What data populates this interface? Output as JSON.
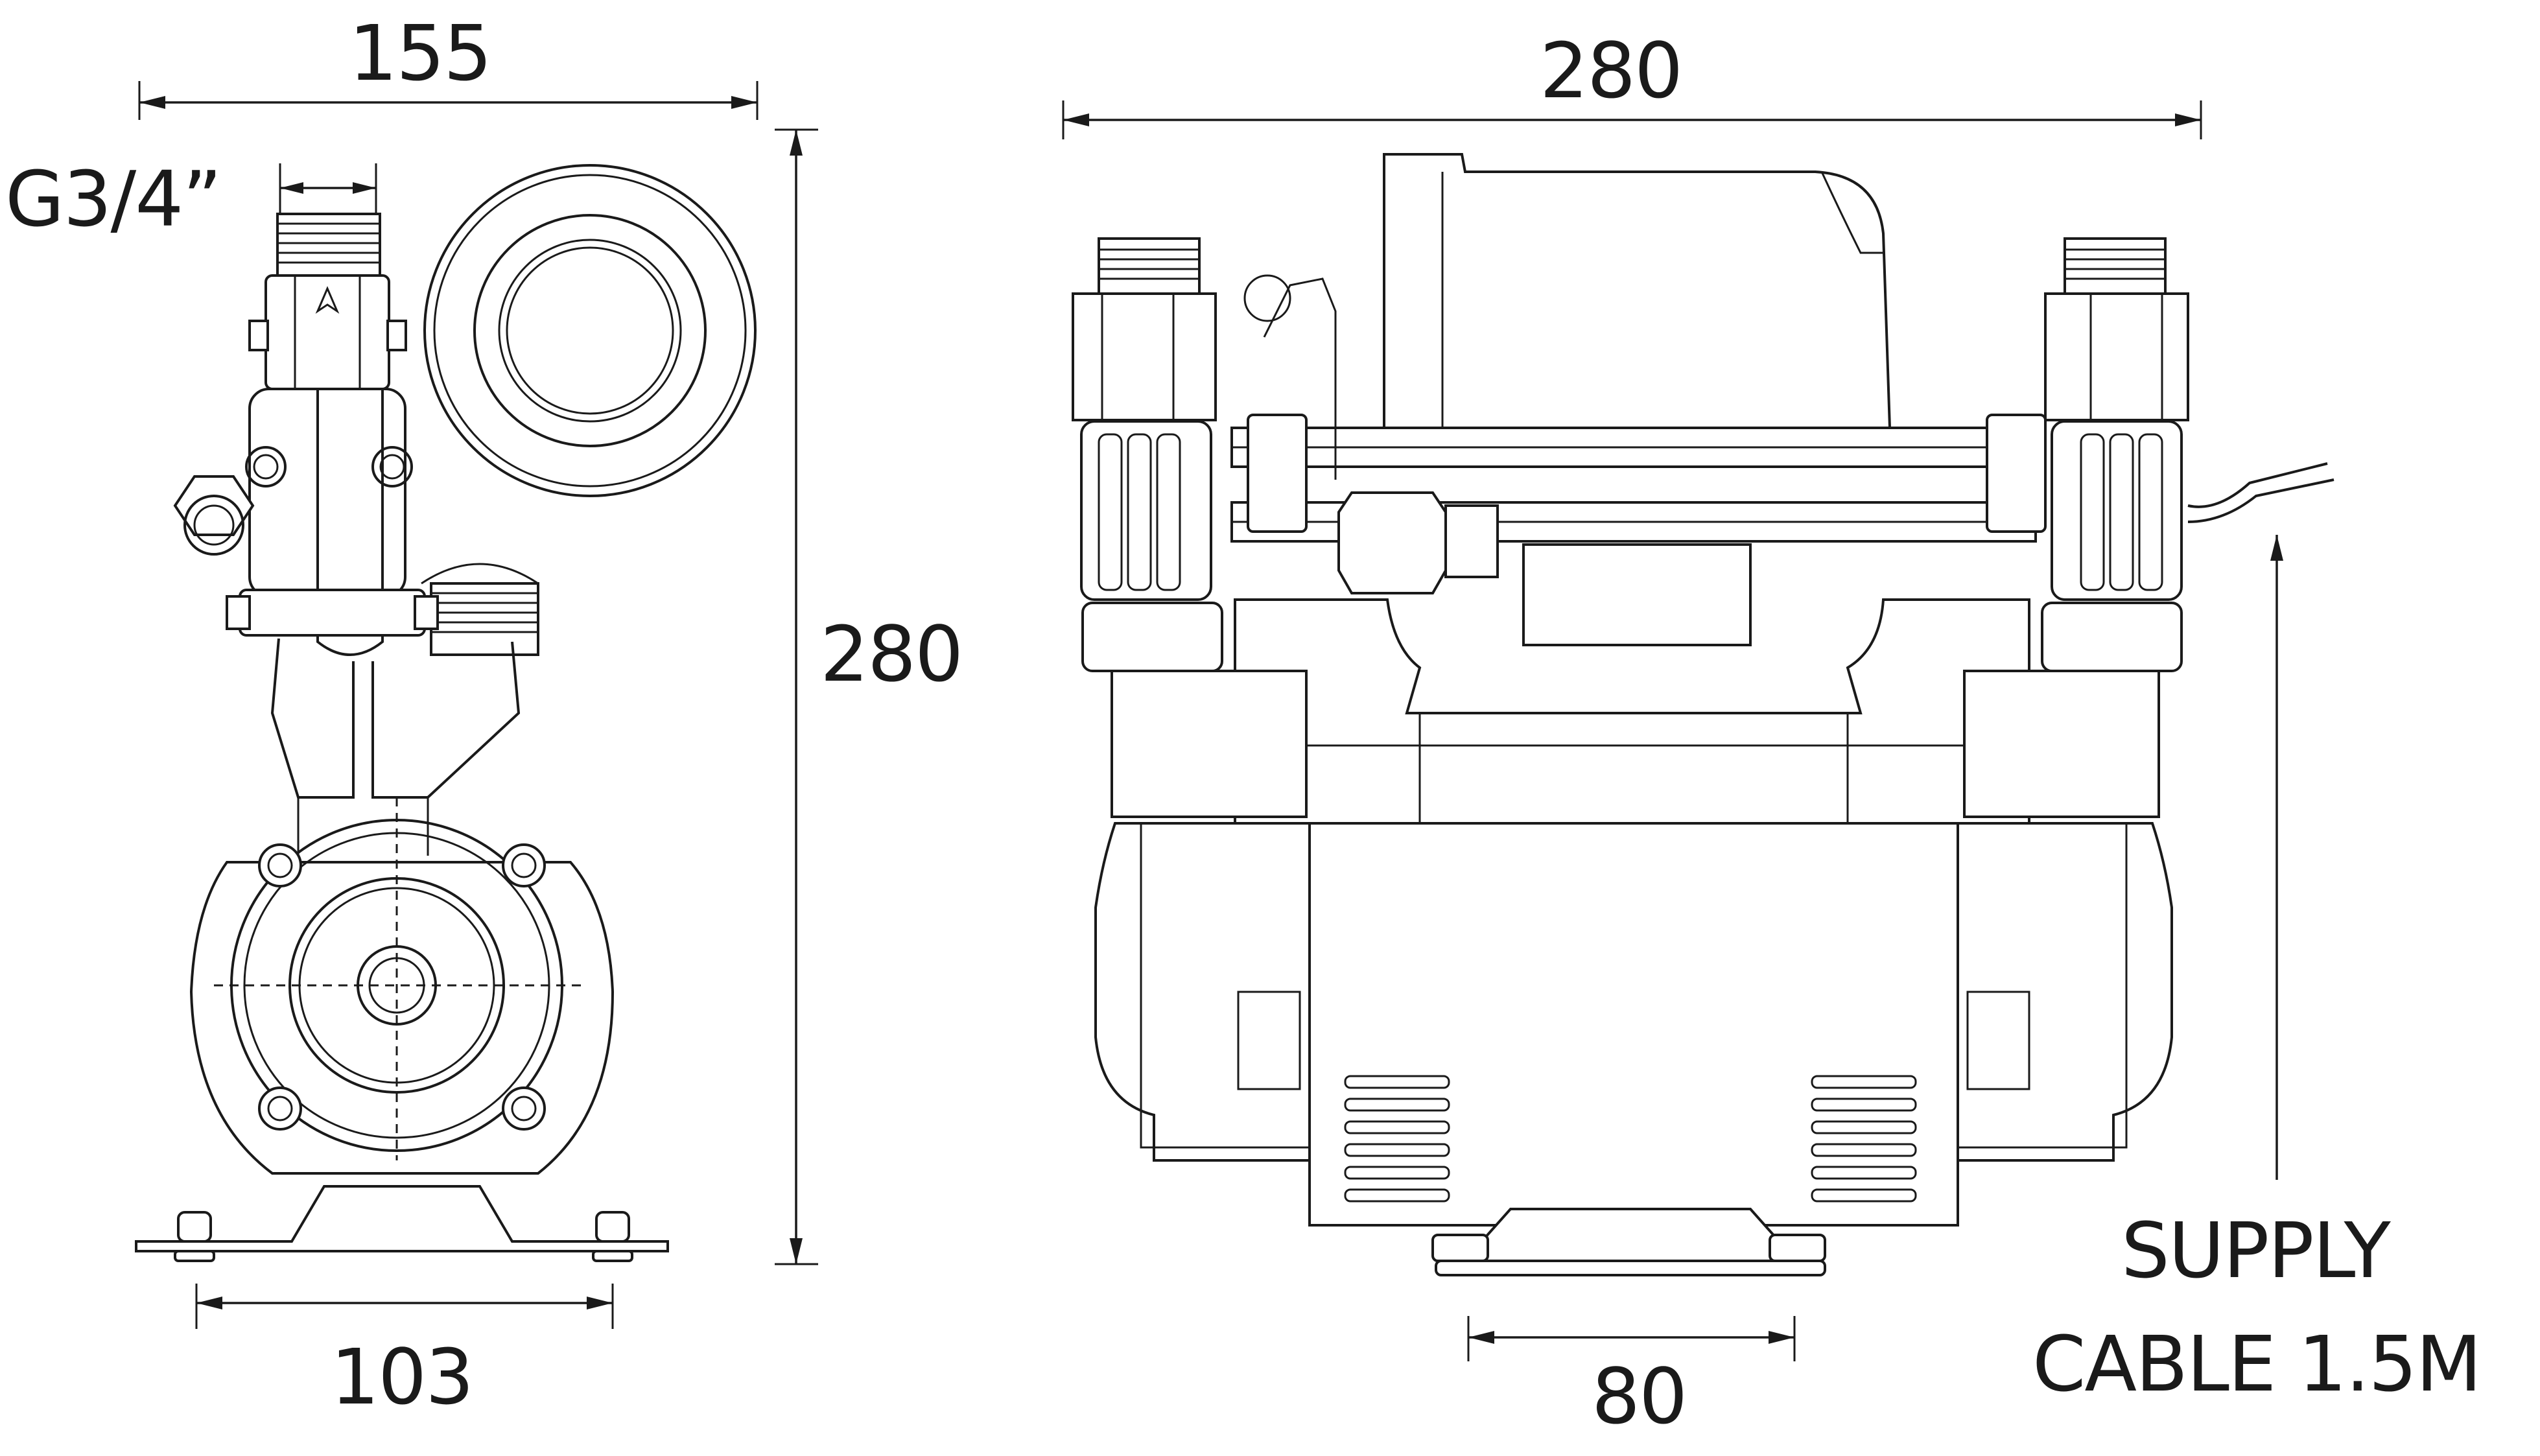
{
  "dimensions": {
    "side_width": "155",
    "inlet_thread": "G3/4”",
    "height": "280",
    "foot_spacing_side": "103",
    "front_width": "280",
    "foot_spacing_front": "80"
  },
  "annotations": {
    "supply_line1": "SUPPLY",
    "supply_line2": "CABLE 1.5M"
  }
}
